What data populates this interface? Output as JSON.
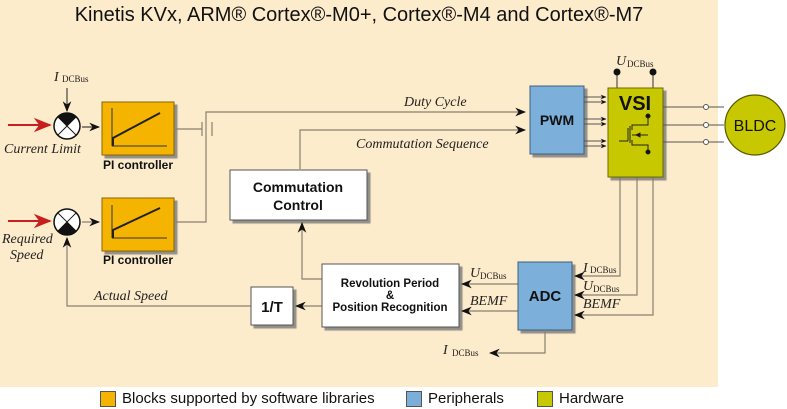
{
  "title": "Kinetis KVx, ARM® Cortex®-M0+, Cortex®-M4 and Cortex®-M7",
  "colors": {
    "background": "#fdeccb",
    "software": "#f5b400",
    "peripheral": "#7bafd9",
    "hardware": "#c8c800",
    "feedback_arrow": "#cc1f1f"
  },
  "inputs": {
    "current_limit": "Current Limit",
    "required_speed_line1": "Required",
    "required_speed_line2": "Speed",
    "idc_bus_top": "I",
    "idc_bus_top_sub": "DCBus"
  },
  "blocks": {
    "pi_controller_1": "PI controller",
    "pi_controller_2": "PI controller",
    "commutation_line1": "Commutation",
    "commutation_line2": "Control",
    "pwm": "PWM",
    "vsi": "VSI",
    "bldc": "BLDC",
    "adc": "ADC",
    "inv_t": "1/T",
    "rev_line1": "Revolution Period",
    "rev_line2": "&",
    "rev_line3": "Position Recognition"
  },
  "signals": {
    "duty_cycle": "Duty Cycle",
    "commutation_sequence": "Commutation Sequence",
    "actual_speed": "Actual Speed",
    "udc_bus_main": "U",
    "udc_bus_main_sub": "DCBus",
    "udc_to_rev": "U",
    "udc_to_rev_sub": "DCBus",
    "bemf_to_rev": "BEMF",
    "idc_to_adc": "I",
    "idc_to_adc_sub": "DCBus",
    "udc_to_adc": "U",
    "udc_to_adc_sub": "DCBus",
    "bemf_to_adc": "BEMF",
    "idc_out": "I",
    "idc_out_sub": "DCBus"
  },
  "legend": [
    {
      "label": "Blocks supported by software libraries",
      "color": "#f5b400"
    },
    {
      "label": "Peripherals",
      "color": "#7bafd9"
    },
    {
      "label": "Hardware",
      "color": "#c8c800"
    }
  ]
}
